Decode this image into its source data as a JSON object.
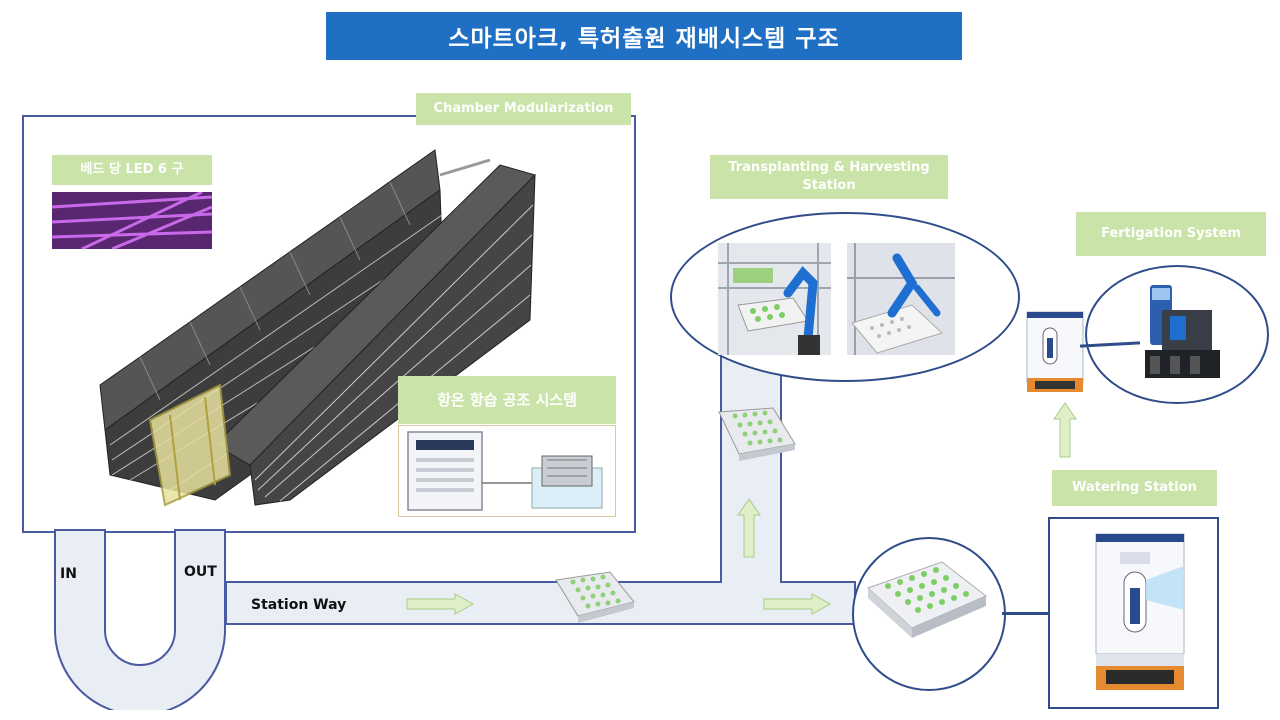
{
  "title": "스마트아크, 특허출원 재배시스템 구조",
  "labels": {
    "chamber": "Chamber Modularization",
    "led": "베드 당 LED 6 구",
    "hvac": "항온 항습 공조 시스템",
    "transplant_line1": "Transplanting & Harvesting",
    "transplant_line2": "Station",
    "fertigation": "Fertigation System",
    "watering": "Watering Station",
    "in": "IN",
    "out": "OUT",
    "station_way": "Station Way"
  },
  "colors": {
    "title_bg": "#1f6fc5",
    "label_bg": "#c9e3a8",
    "frame": "#4a5aa0",
    "arrow": "#dff0c8"
  }
}
